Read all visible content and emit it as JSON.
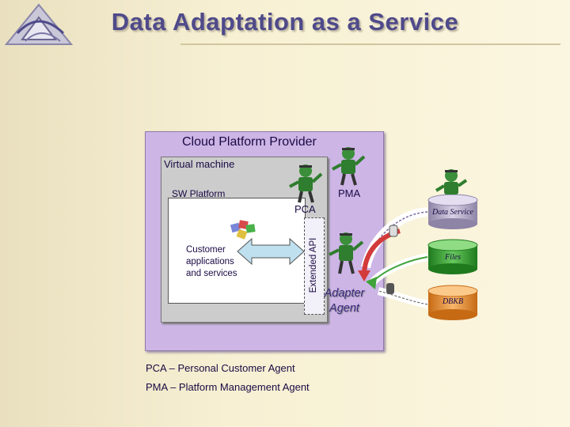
{
  "slide": {
    "title": "Data Adaptation as a Service",
    "logo_icon": "triangle-logo-icon"
  },
  "diagram": {
    "cloud_provider_label": "Cloud Platform Provider",
    "virtual_machine_label": "Virtual machine",
    "sw_platform_label": "SW Platform",
    "customer_apps_label": "Customer applications and services",
    "extended_api_label": "Extended API",
    "pca_label": "PCA",
    "pma_label": "PMA",
    "adapter_agent_label": "Adapter Agent",
    "stores": [
      {
        "label": "Data Service",
        "color": "#b9b0c8"
      },
      {
        "label": "Files",
        "color": "#3fa23a"
      },
      {
        "label": "DBKB",
        "color": "#ee9a3e"
      }
    ],
    "agent_icon": "robot-agent-icon",
    "colors": {
      "cloud_bg": "#cdb5e6",
      "vm_bg": "#cccccc",
      "arrow_fill": "#bfe0ee",
      "red_arrow": "#d33a3a",
      "green_arrow": "#3fa23a"
    }
  },
  "legend": {
    "pca": "PCA – Personal Customer Agent",
    "pma": "PMA – Platform Management Agent"
  }
}
